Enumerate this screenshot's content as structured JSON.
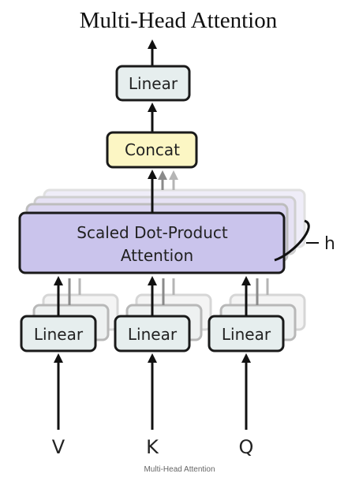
{
  "diagram": {
    "title": "Multi-Head Attention",
    "top_linear_label": "Linear",
    "concat_label": "Concat",
    "attention_line1": "Scaled Dot-Product",
    "attention_line2": "Attention",
    "heads_label": "h",
    "linear_v_label": "Linear",
    "linear_k_label": "Linear",
    "linear_q_label": "Linear",
    "input_v": "V",
    "input_k": "K",
    "input_q": "Q"
  },
  "caption": "Multi-Head Attention",
  "colors": {
    "linear_fill": "#e6eeee",
    "concat_fill": "#fcf6c4",
    "attention_fill": "#cac4ec",
    "stroke": "#1a1a1a"
  }
}
